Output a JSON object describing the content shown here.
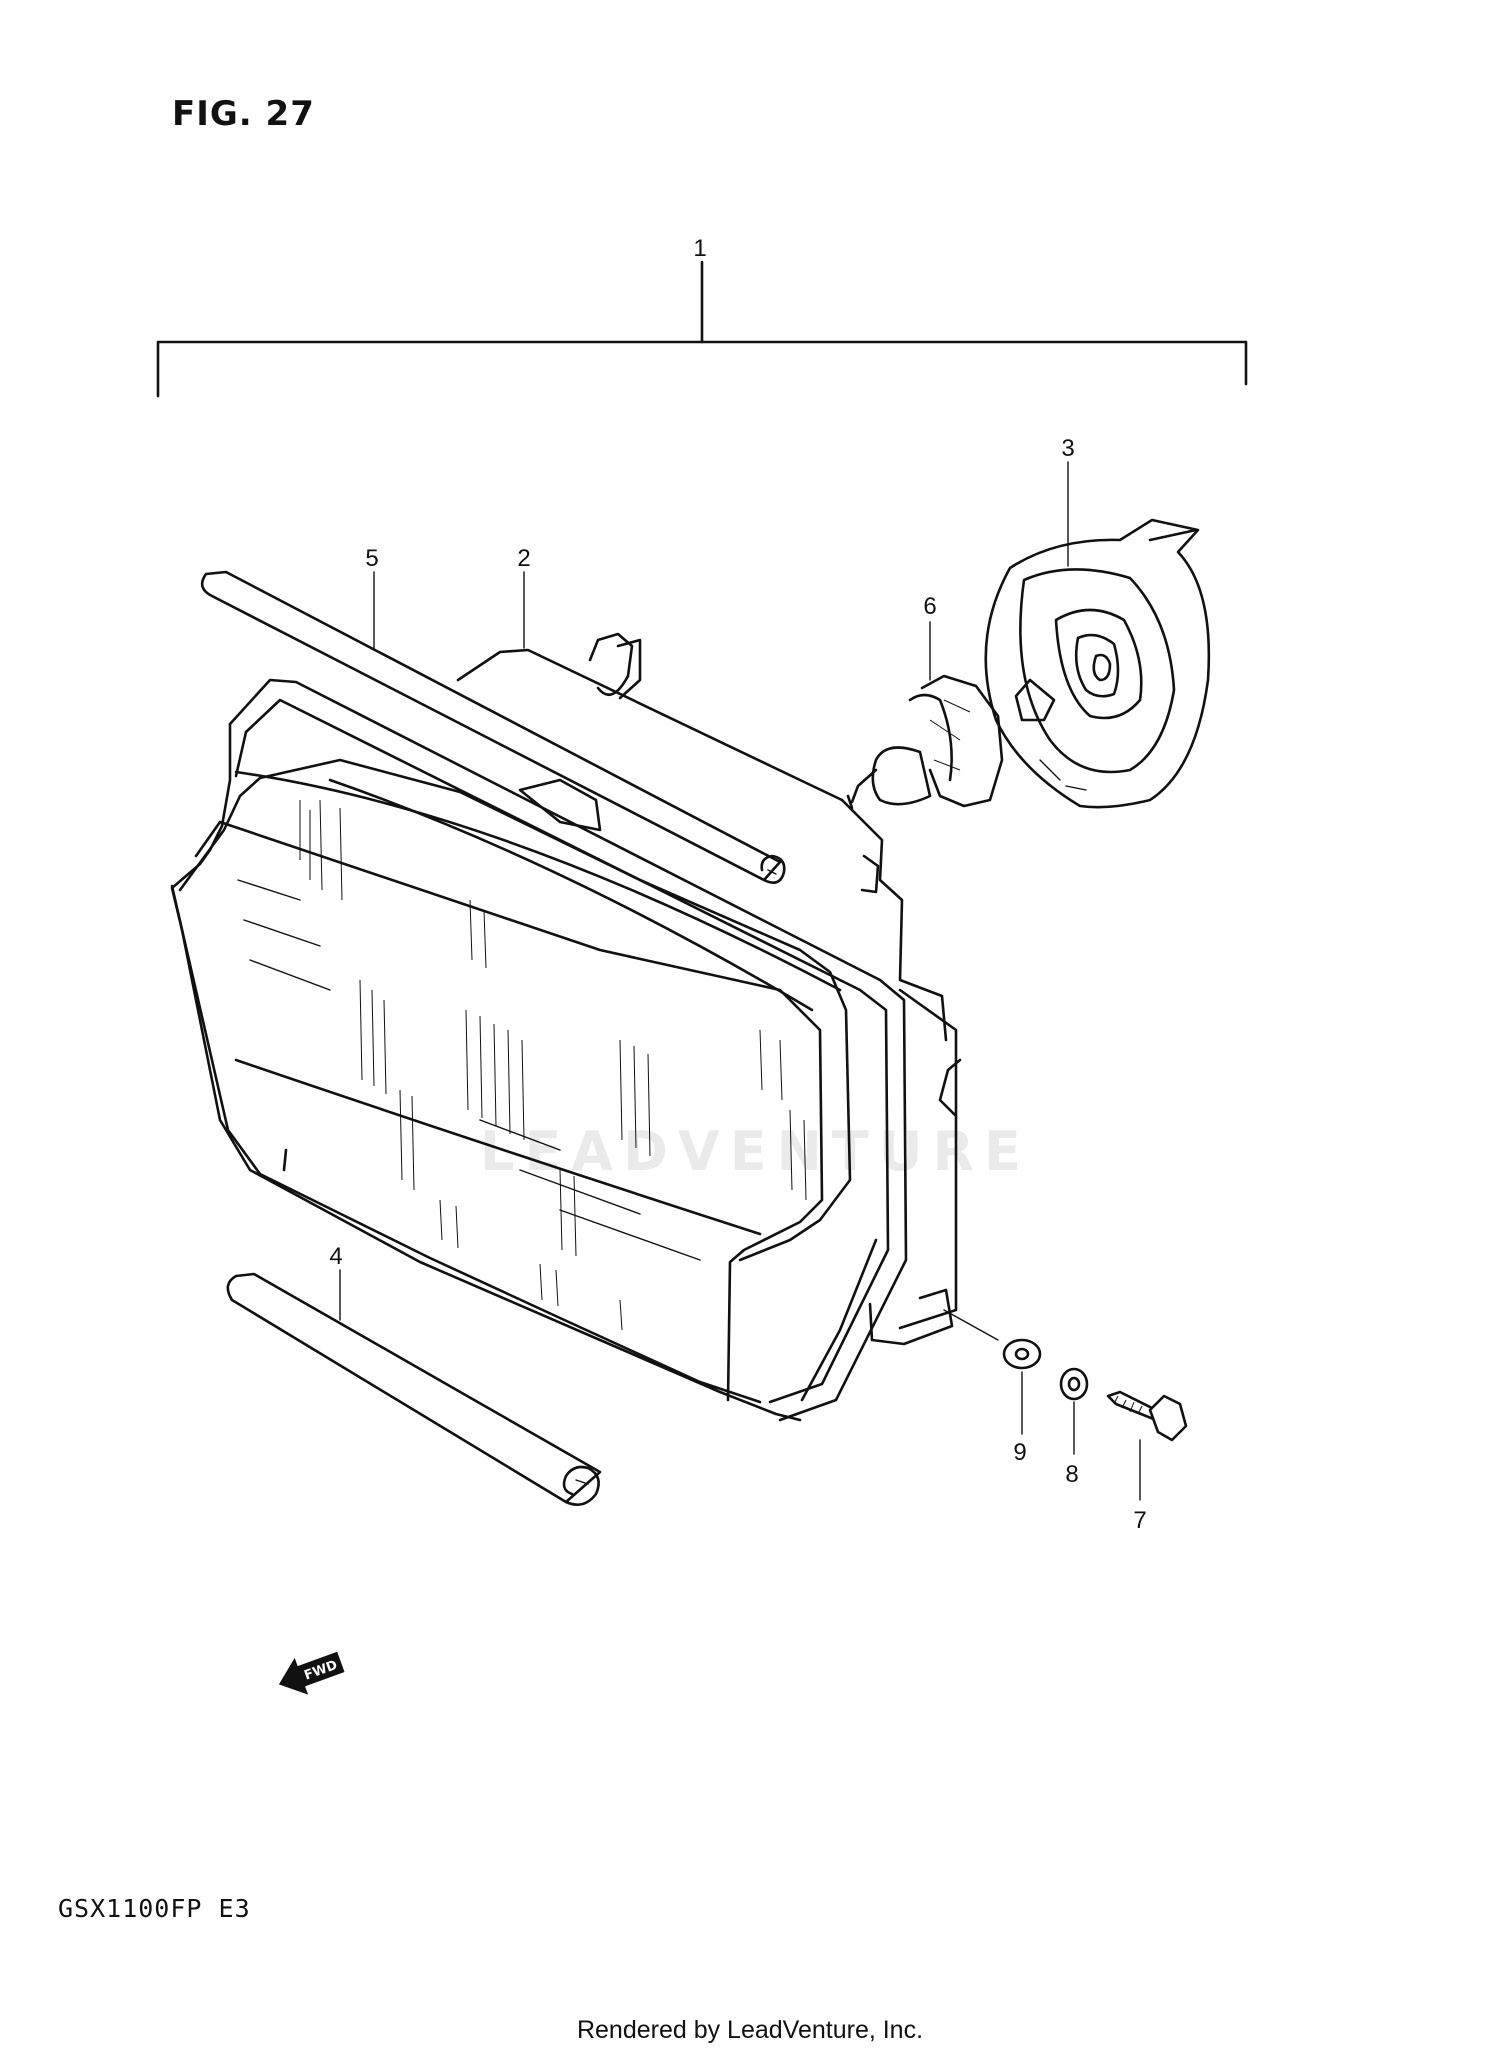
{
  "figure_title": "FIG. 27",
  "model_code": "GSX1100FP  E3",
  "footer_text": "Rendered by LeadVenture, Inc.",
  "watermark_text": "LEADVENTURE",
  "fwd_label": "FWD",
  "callouts": [
    {
      "id": "1",
      "part": "headlight assembly bracket"
    },
    {
      "id": "2",
      "part": "headlight housing"
    },
    {
      "id": "3",
      "part": "bulb socket cover"
    },
    {
      "id": "4",
      "part": "lower trim strip"
    },
    {
      "id": "5",
      "part": "upper trim strip"
    },
    {
      "id": "6",
      "part": "bulb"
    },
    {
      "id": "7",
      "part": "bolt"
    },
    {
      "id": "8",
      "part": "lock washer"
    },
    {
      "id": "9",
      "part": "washer"
    }
  ]
}
